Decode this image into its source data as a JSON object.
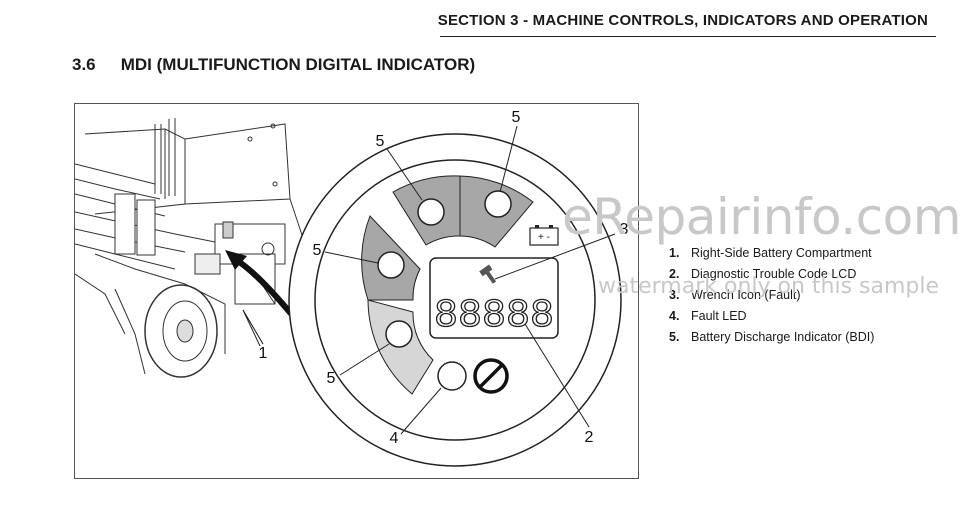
{
  "header": {
    "section_title": "SECTION 3 - MACHINE CONTROLS, INDICATORS AND OPERATION"
  },
  "heading": {
    "number": "3.6",
    "title": "MDI (MULTIFUNCTION DIGITAL INDICATOR)"
  },
  "figure": {
    "callouts": {
      "c1": "1",
      "c2": "2",
      "c3": "3",
      "c4": "4",
      "c5a": "5",
      "c5b": "5",
      "c5c": "5",
      "c5d": "5"
    },
    "lcd_digits": "88888",
    "battery_symbol": "+ -"
  },
  "legend": {
    "items": [
      {
        "num": "1.",
        "label": "Right-Side Battery Compartment"
      },
      {
        "num": "2.",
        "label": "Diagnostic Trouble Code LCD"
      },
      {
        "num": "3.",
        "label": "Wrench Icon (Fault)"
      },
      {
        "num": "4.",
        "label": "Fault LED"
      },
      {
        "num": "5.",
        "label": "Battery Discharge Indicator (BDI)"
      }
    ]
  },
  "watermark": {
    "site": "eRepairinfo.com",
    "note": "watermark only on this sample"
  }
}
